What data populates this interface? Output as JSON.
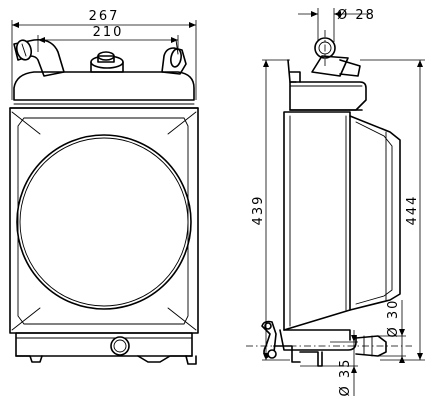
{
  "front_view": {
    "overall_width": "267",
    "filler_spacing": "210"
  },
  "side_view": {
    "pipe_diameter": "Ø 28",
    "core_height": "439",
    "overall_height": "444",
    "outlet_diameter": "Ø 30",
    "bottom_diameter": "Ø 35"
  }
}
